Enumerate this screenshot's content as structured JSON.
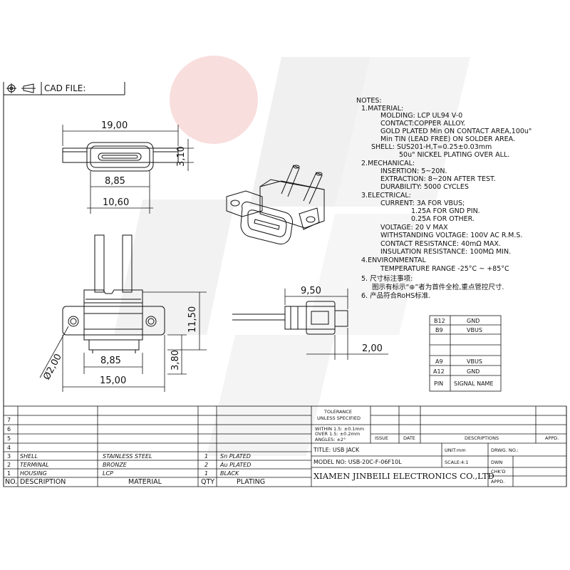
{
  "header": {
    "cad_label": "CAD FILE:"
  },
  "dimensions": {
    "top_overall_width": "19,00",
    "top_height": "3,10",
    "top_opening_width": "8,85",
    "top_body_width": "10,60",
    "front_height": "11,50",
    "front_hole_dia": "Ø2,00",
    "front_opening_width": "8,85",
    "front_pin_offset": "3,80",
    "front_overall_width": "15,00",
    "side_length": "9,50",
    "side_offset": "2,00"
  },
  "notes": {
    "title": "NOTES:",
    "lines": [
      "1.MATERIAL:",
      "MOLDING: LCP UL94 V-0",
      "CONTACT:COPPER ALLOY.",
      "GOLD PLATED Min ON CONTACT AREA,100u\"",
      "Min TIN (LEAD FREE) ON SOLDER AREA.",
      "SHELL: SUS201-H,T=0.25±0.03mm",
      "50u\" NICKEL PLATING OVER ALL.",
      "2.MECHANICAL:",
      "INSERTION: 5~20N.",
      "EXTRACTION: 8~20N AFTER TEST.",
      "DURABILITY: 5000 CYCLES",
      "3.ELECTRICAL:",
      "CURRENT: 3A FOR VBUS;",
      "1.25A FOR GND PIN.",
      "0.25A FOR OTHER.",
      "VOLTAGE: 20 V MAX",
      "WITHSTANDING VOLTAGE: 100V AC R.M.S.",
      "CONTACT RESISTANCE: 40mΩ MAX.",
      "INSULATION RESISTANCE: 100MΩ MIN.",
      "4.ENVIRONMENTAL",
      "TEMPERATURE RANGE -25°C ~ +85°C",
      "5. 尺寸标注事项:",
      "图示有标示“⊕”者为首件全检,重点管控尺寸.",
      "6. 产品符合RoHS标准."
    ]
  },
  "pin_table": {
    "rows": [
      {
        "pin": "B12",
        "signal": "GND"
      },
      {
        "pin": "B9",
        "signal": "VBUS"
      },
      {
        "pin": "",
        "signal": ""
      },
      {
        "pin": "",
        "signal": ""
      },
      {
        "pin": "A9",
        "signal": "VBUS"
      },
      {
        "pin": "A12",
        "signal": "GND"
      }
    ],
    "header": {
      "pin": "PIN",
      "signal": "SIGNAL NAME"
    }
  },
  "bom": {
    "row_numbers": [
      "7",
      "6",
      "5",
      "4"
    ],
    "rows": [
      {
        "no": "3",
        "description": "SHELL",
        "material": "STAINLESS STEEL",
        "qty": "1",
        "plating": "Sn PLATED"
      },
      {
        "no": "2",
        "description": "TERMINAL",
        "material": "BRONZE",
        "qty": "2",
        "plating": "Au PLATED"
      },
      {
        "no": "1",
        "description": "HOUSING",
        "material": "LCP",
        "qty": "1",
        "plating": "BLACK"
      }
    ],
    "header": {
      "no": "NO.",
      "description": "DESCRIPTION",
      "material": "MATERIAL",
      "qty": "QTY",
      "plating": "PLATING"
    }
  },
  "title_block": {
    "tolerance_title": "TOLERANCE",
    "tolerance_sub": "UNLESS SPECIFIED",
    "tol_1": "WITHIN 1.5: ±0.1mm",
    "tol_2": "OVER 1.5: ±0.2mm",
    "tol_3": "ANGLES: ±2°",
    "issue": "ISSUE",
    "date": "DATE",
    "descriptions": "DESCRIPTIONS",
    "appd_rev": "APPD.",
    "title": "TITLE:  USB JACK",
    "unit": "UNIT:mm",
    "drwg_no": "DRWG. NO.:",
    "model_no": "MODEL NO: USB-20C-F-06F10L",
    "scale": "SCALE:4:1",
    "dwn": "DWN",
    "chkd": "CHK'D",
    "company": "XIAMEN JINBEILI ELECTRONICS CO.,LTD",
    "appd": "APPD."
  },
  "colors": {
    "line": "#111111",
    "watermark_red": "#f7d4d4",
    "watermark_gray": "#ececec"
  }
}
